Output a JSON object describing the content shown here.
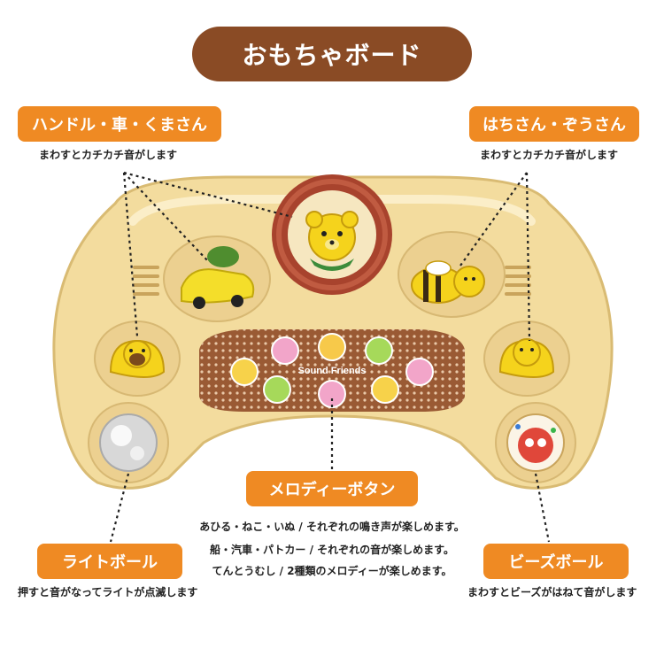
{
  "title": "おもちゃボード",
  "features": {
    "handle": {
      "label": "ハンドル・車・くまさん",
      "caption": "まわすとカチカチ音がします"
    },
    "bee": {
      "label": "はちさん・ぞうさん",
      "caption": "まわすとカチカチ音がします"
    },
    "melody": {
      "label": "メロディーボタン",
      "lines": [
        "あひる・ねこ・いぬ / それぞれの鳴き声が楽しめます。",
        "船・汽車・パトカー / それぞれの音が楽しめます。",
        "てんとうむし / 2種類のメロディーが楽しめます。"
      ]
    },
    "light": {
      "label": "ライトボール",
      "caption": "押すと音がなってライトが点滅します"
    },
    "beads": {
      "label": "ビーズボール",
      "caption": "まわすとビーズがはねて音がします"
    }
  },
  "board_text": "Sound Friends",
  "colors": {
    "title_bg": "#8a4b25",
    "label_bg": "#ef8a23",
    "board": "#f3dc9e",
    "wheel": "#a8432d"
  }
}
